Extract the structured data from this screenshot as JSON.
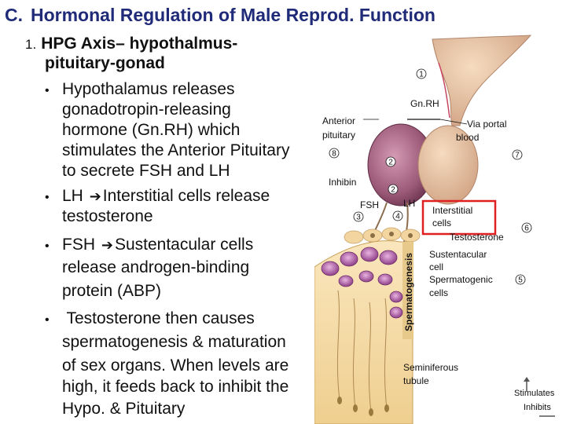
{
  "title": {
    "letter": "C.",
    "text": "Hormonal Regulation of Male  Reprod. Function"
  },
  "point1": {
    "number": "1.",
    "line1": "HPG Axis– hypothalmus-",
    "line2": "pituitary-gonad"
  },
  "bullets": {
    "b1": {
      "l1": "Hypothalamus releases",
      "l2": "gonadotropin-releasing",
      "l3": "hormone (Gn.RH) which",
      "l4": "stimulates the Anterior Pituitary",
      "l5": "to secrete FSH and LH"
    },
    "b2": {
      "pre": "LH ",
      "post": "Interstitial cells release",
      "l2": "testosterone"
    },
    "b3": {
      "pre": "FSH ",
      "post": "Sustentacular cells",
      "l2": "release androgen-binding",
      "l3": "protein (ABP)"
    },
    "b4": {
      "l1": " Testosterone then causes",
      "l2": "spermatogenesis & maturation",
      "l3": "of sex organs. When levels are",
      "l4": "high, it feeds back to inhibit the",
      "l5": "Hypo. & Pituitary"
    }
  },
  "diagram": {
    "gnrh": "Gn.RH",
    "anterior1": "Anterior",
    "anterior2": "pituitary",
    "portal1": "Via portal",
    "portal2": "blood",
    "inhibin": "Inhibin",
    "fsh": "FSH",
    "lh": "LH",
    "interstitial1": "Interstitial",
    "interstitial2": "cells",
    "testosterone": "Testosterone",
    "sustentacular1": "Sustentacular",
    "sustentacular2": "cell",
    "spermatogenic1": "Spermatogenic",
    "spermatogenic2": "cells",
    "spermatogenesis": "Spermatogenesis",
    "seminiferous1": "Seminiferous",
    "seminiferous2": "tubule",
    "steps": {
      "s1": "1",
      "s2a": "2",
      "s2b": "2",
      "s3": "3",
      "s4": "4",
      "s5": "5",
      "s6": "6",
      "s7": "7",
      "s8": "8"
    },
    "legend": {
      "stimulates": "Stimulates",
      "inhibits": "Inhibits"
    }
  },
  "colors": {
    "title": "#1f2a78",
    "pituitary": "#9b5a78",
    "stalk": "#d2a586",
    "highlight_box": "#e02020",
    "tubule": "#f3d9a4",
    "cell_nucleus": "#8e3f88"
  }
}
